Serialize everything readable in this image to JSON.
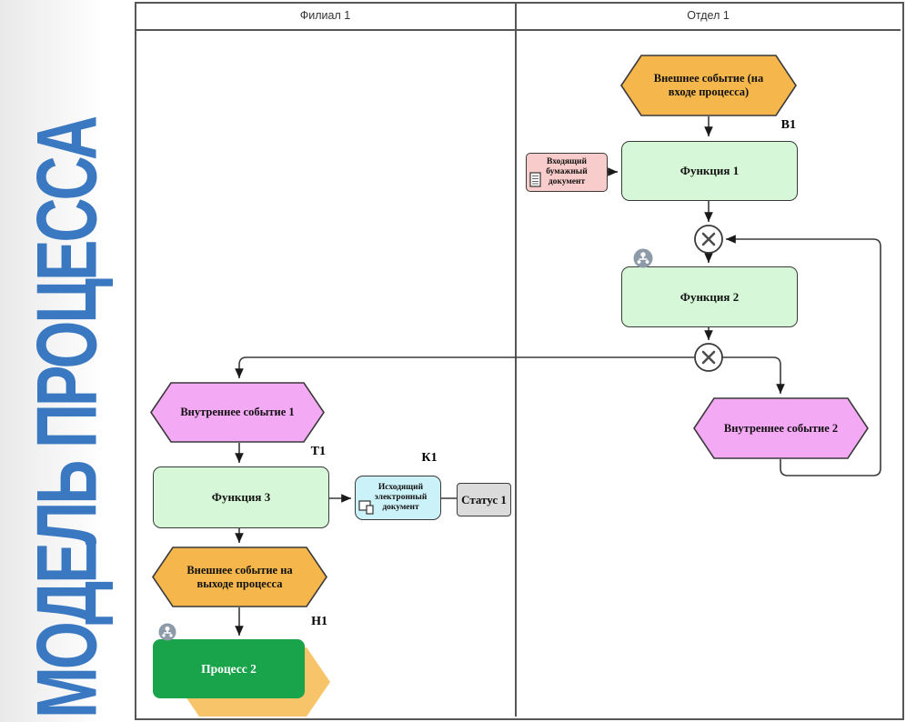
{
  "title": {
    "text": "МОДЕЛЬ ПРОЦЕССА",
    "color": "#3A79C2"
  },
  "lanes": [
    {
      "label": "Филиал 1"
    },
    {
      "label": "Отдел 1"
    }
  ],
  "nodes": {
    "ev_external_in": {
      "label": "Внешнее событие (на входе процесса)",
      "type": "event",
      "fill": "#F5B74C"
    },
    "func1": {
      "label": "Функция 1",
      "tag": "B1",
      "type": "function",
      "fill": "#D7F8D8"
    },
    "doc_paper_in": {
      "label": "Входящий бумажный документ",
      "type": "paper-document",
      "fill": "#F8CCCB"
    },
    "xor1": {
      "type": "xor-connector",
      "symbol": "×"
    },
    "func2": {
      "label": "Функция 2",
      "type": "function",
      "fill": "#D7F8D8",
      "badge": "org-unit-icon"
    },
    "xor2": {
      "type": "xor-connector",
      "symbol": "×"
    },
    "ev_internal_2": {
      "label": "Внутреннее событие 2",
      "type": "event",
      "fill": "#F4A9F5"
    },
    "ev_internal_1": {
      "label": "Внутреннее событие 1",
      "type": "event",
      "fill": "#F4A9F5"
    },
    "func3": {
      "label": "Функция 3",
      "tag": "T1",
      "type": "function",
      "fill": "#D7F8D8"
    },
    "doc_electronic_out": {
      "label": "Исходящий электронный документ",
      "tag": "К1",
      "type": "electronic-document",
      "fill": "#CBF2F8"
    },
    "status1": {
      "label": "Статус 1",
      "type": "status",
      "fill": "#DBDBDB"
    },
    "ev_external_out": {
      "label": "Внешнее событие на выходе процесса",
      "type": "event",
      "fill": "#F5B74C"
    },
    "process2": {
      "label": "Процесс 2",
      "tag": "Н1",
      "type": "process-interface",
      "fill": "#19A34A",
      "bg_fill": "#F7C469",
      "badge": "org-unit-icon"
    }
  },
  "icons": {
    "org_unit": "org-unit-icon",
    "paper_document": "paper-document-icon",
    "electronic_document": "electronic-document-icon",
    "xor": "xor-icon"
  },
  "colors": {
    "title_blue": "#3A79C2",
    "event_orange": "#F5B74C",
    "event_magenta": "#F4A9F5",
    "function_green": "#D7F8D8",
    "process_green": "#19A34A",
    "process_bg_amber": "#F7C469",
    "doc_pink": "#F8CCCB",
    "doc_cyan": "#CBF2F8",
    "status_gray": "#DBDBDB",
    "line_dark": "#3a3a3a",
    "frame_gray": "#565656",
    "icon_gray_blue": "#8D9BA8"
  }
}
